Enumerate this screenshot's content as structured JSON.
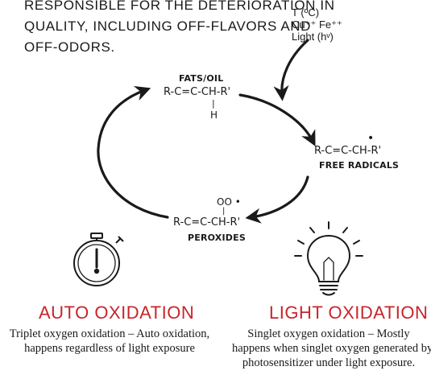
{
  "intro_lines": [
    "RESPONSIBLE FOR THE DETERIORATION IN",
    "QUALITY, INCLUDING OFF-FLAVORS AND",
    "OFF-ODORS."
  ],
  "factors": [
    "T (ºC)",
    "Cu⁺⁺ Fe⁺⁺",
    "Light (hᵛ)"
  ],
  "fats": {
    "label": "FATS/OIL",
    "formula": "R-C=C-CH-R'",
    "h_bond": "|",
    "h_atom": "H"
  },
  "radicals": {
    "dot": "•",
    "formula": "R-C=C-CH-R'",
    "label": "FREE RADICALS"
  },
  "peroxides": {
    "oo": "OO •",
    "bond": "|",
    "formula": "R-C=C-CH-R'",
    "label": "PEROXIDES"
  },
  "auto": {
    "title": "AUTO OXIDATION",
    "lines": [
      "Triplet oxygen oxidation – Auto oxidation,",
      "happens regardless of light exposure"
    ]
  },
  "light": {
    "title": "LIGHT OXIDATION",
    "lines": [
      "Singlet oxygen oxidation – Mostly",
      "happens when singlet oxygen generated by",
      "photosensitizer under light exposure."
    ]
  },
  "icons": [
    "stopwatch-icon",
    "light-bulb-icon"
  ],
  "colors": {
    "heading": "#c8252a",
    "ink": "#1a1a1a"
  }
}
